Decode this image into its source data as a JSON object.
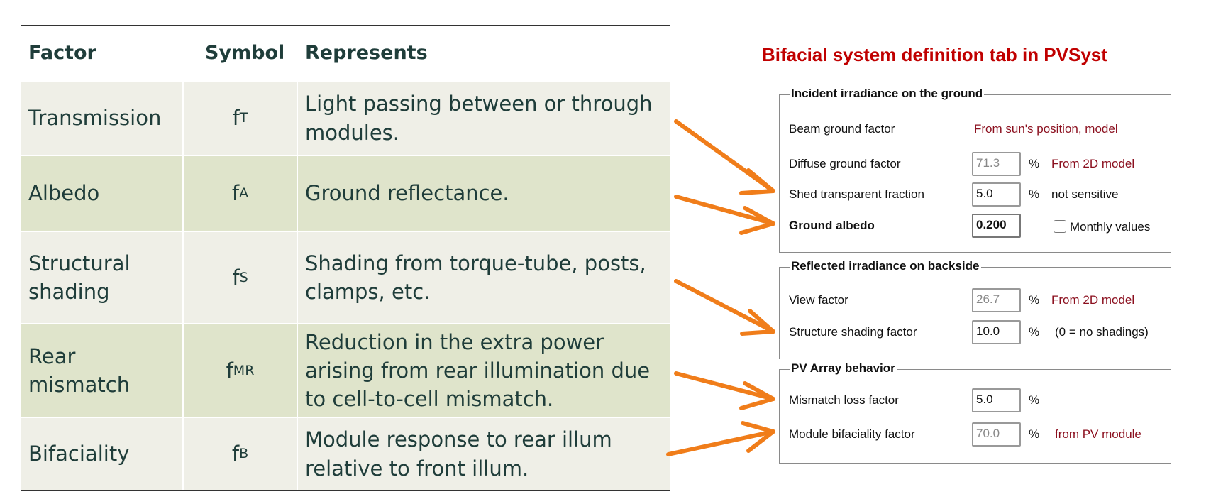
{
  "table": {
    "headers": [
      "Factor",
      "Symbol",
      "Represents"
    ],
    "rows": [
      {
        "factor": "Transmission",
        "symbol": "f",
        "sub": "T",
        "represents": "Light passing between or through modules."
      },
      {
        "factor": "Albedo",
        "symbol": "f",
        "sub": "A",
        "represents": "Ground reflectance."
      },
      {
        "factor": "Structural shading",
        "symbol": "f",
        "sub": "S",
        "represents": "Shading from torque-tube, posts, clamps, etc."
      },
      {
        "factor": "Rear mismatch",
        "symbol": "f",
        "sub": "MR",
        "represents": "Reduction in the extra power arising from rear illumination due to cell-to-cell mismatch."
      },
      {
        "factor": "Bifaciality",
        "symbol": "f",
        "sub": "B",
        "represents": "Module response to rear illum relative to front illum."
      }
    ]
  },
  "panel": {
    "title": "Bifacial system definition tab in PVSyst",
    "incident": {
      "legend": "Incident irradiance on the ground",
      "beam_label": "Beam ground factor",
      "beam_value": "From sun's position, model",
      "diffuse_label": "Diffuse ground factor",
      "diffuse_value": "71.3",
      "diffuse_unit": "%",
      "diffuse_note": "From 2D model",
      "shed_label": "Shed transparent fraction",
      "shed_value": "5.0",
      "shed_unit": "%",
      "shed_note": "not sensitive",
      "albedo_label": "Ground albedo",
      "albedo_value": "0.200",
      "monthly_label": "Monthly values",
      "monthly_checked": false
    },
    "reflected": {
      "legend": "Reflected irradiance on backside",
      "view_label": "View factor",
      "view_value": "26.7",
      "view_unit": "%",
      "view_note": "From 2D model",
      "struct_label": "Structure shading factor",
      "struct_value": "10.0",
      "struct_unit": "%",
      "struct_note": "(0 = no shadings)"
    },
    "array": {
      "legend": "PV Array behavior",
      "mismatch_label": "Mismatch loss factor",
      "mismatch_value": "5.0",
      "mismatch_unit": "%",
      "bifac_label": "Module bifaciality factor",
      "bifac_value": "70.0",
      "bifac_unit": "%",
      "bifac_note": "from PV module"
    }
  },
  "colors": {
    "arrow": "#f07d1a",
    "title": "#c00000",
    "note": "#8b0f1e"
  }
}
